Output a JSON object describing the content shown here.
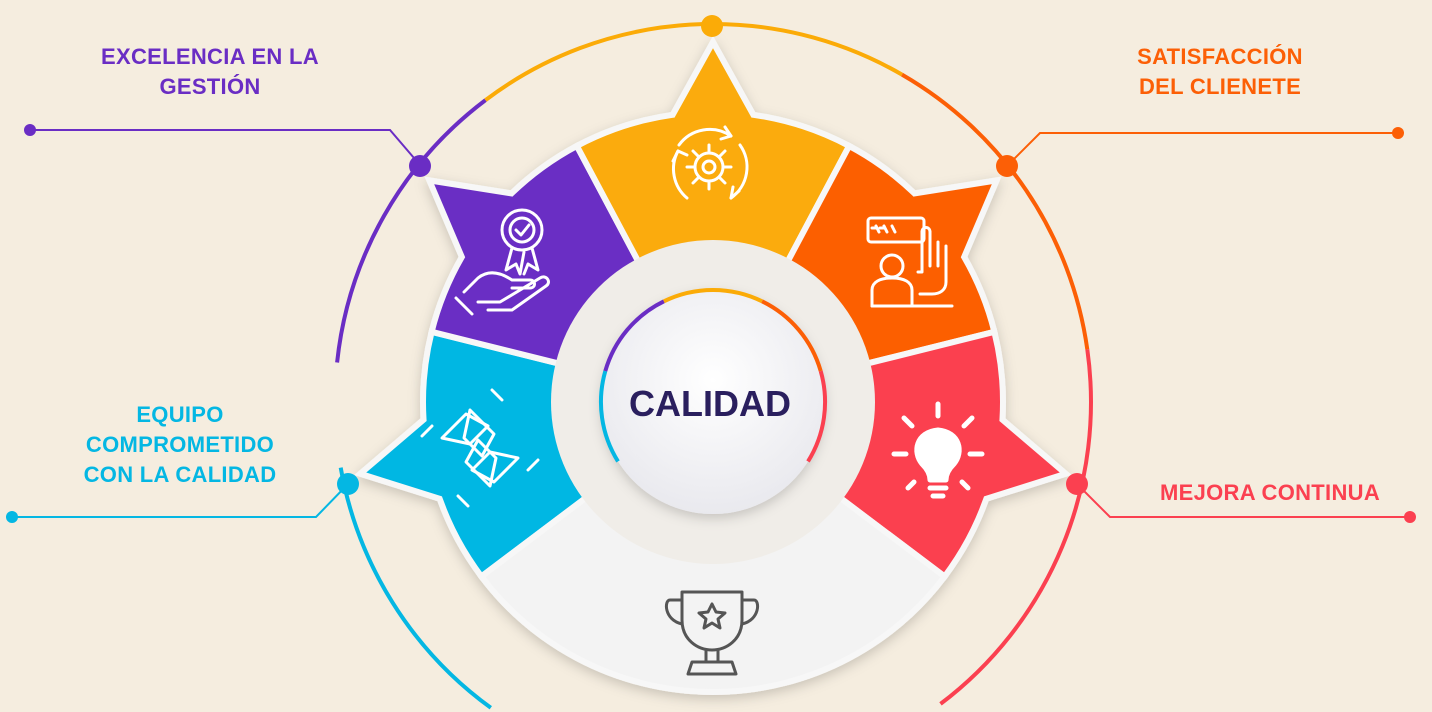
{
  "center": {
    "title": "CALIDAD"
  },
  "colors": {
    "background": "#f5eddf",
    "purple": "#6a2dc4",
    "yellow": "#fbab07",
    "orange": "#fc5f06",
    "red": "#fb4050",
    "cyan": "#04b7e3",
    "light": "#f3f3f3",
    "title": "#2a1f5e"
  },
  "labels": {
    "excelencia": {
      "line1": "EXCELENCIA EN LA",
      "line2": "GESTIÓN",
      "color": "#6a2dc4"
    },
    "satisfaccion": {
      "line1": "SATISFACCIÓN",
      "line2": "DEL CLIENETE",
      "color": "#fc5f06"
    },
    "equipo": {
      "line1": "EQUIPO",
      "line2": "COMPROMETIDO",
      "line3": "CON LA CALIDAD",
      "color": "#04b7e3"
    },
    "mejora": {
      "line1": "MEJORA CONTINUA",
      "color": "#fb4050"
    }
  },
  "segments": [
    {
      "key": "equipo",
      "icon": "handshake-circle-icon",
      "color": "#04b7e3"
    },
    {
      "key": "excelencia",
      "icon": "award-hand-icon",
      "color": "#6a2dc4"
    },
    {
      "key": "process",
      "icon": "gear-cycle-icon",
      "color": "#fbab07"
    },
    {
      "key": "satisfaccion",
      "icon": "customer-rating-icon",
      "color": "#fc5f06"
    },
    {
      "key": "mejora",
      "icon": "lightbulb-icon",
      "color": "#fb4050"
    },
    {
      "key": "result",
      "icon": "trophy-icon",
      "color": "#f3f3f3"
    }
  ]
}
